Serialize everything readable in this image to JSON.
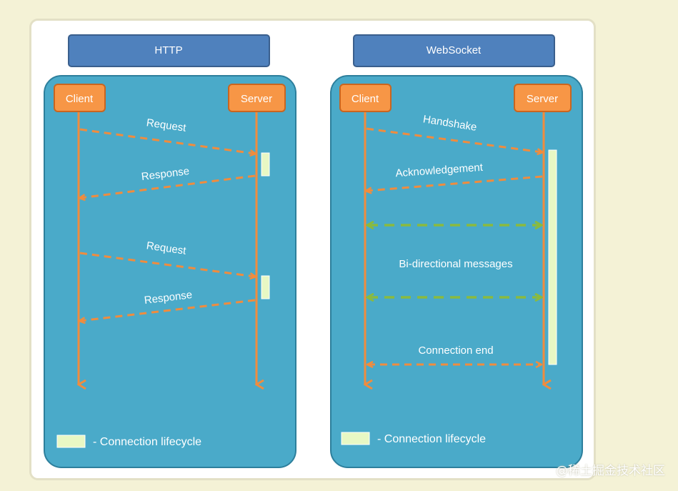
{
  "colors": {
    "page_bg": "#f4f2d6",
    "panel": "#4aaac9",
    "panel_border": "#2d7f9c",
    "header": "#4f81bd",
    "header_border": "#3a5f8d",
    "node": "#f79646",
    "node_border": "#c9651f",
    "lifeline": "#f08c3e",
    "bidirectional": "#8aba3f",
    "lifecycle_bar": "#e8f8c4"
  },
  "http": {
    "title": "HTTP",
    "client": "Client",
    "server": "Server",
    "messages": [
      {
        "label": "Request",
        "direction": "client-to-server"
      },
      {
        "label": "Response",
        "direction": "server-to-client"
      },
      {
        "label": "Request",
        "direction": "client-to-server"
      },
      {
        "label": "Response",
        "direction": "server-to-client"
      }
    ],
    "legend": "- Connection lifecycle"
  },
  "websocket": {
    "title": "WebSocket",
    "client": "Client",
    "server": "Server",
    "messages": [
      {
        "label": "Handshake",
        "direction": "client-to-server"
      },
      {
        "label": "Acknowledgement",
        "direction": "server-to-client"
      },
      {
        "label": "Bi-directional messages",
        "direction": "both"
      },
      {
        "label": "Connection end",
        "direction": "both"
      }
    ],
    "legend": "- Connection lifecycle"
  },
  "watermark": "@稀土掘金技术社区"
}
